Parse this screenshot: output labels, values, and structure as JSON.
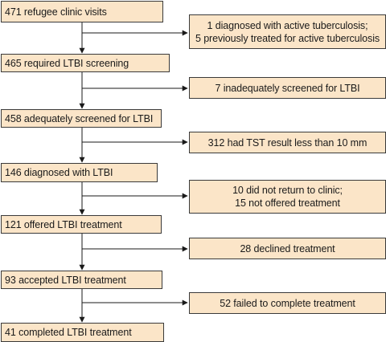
{
  "main_flow": [
    {
      "id": "visits",
      "text": "471 refugee clinic visits"
    },
    {
      "id": "required",
      "text": "465 required LTBI screening"
    },
    {
      "id": "adequate",
      "text": "458 adequately screened for LTBI"
    },
    {
      "id": "diagnosed",
      "text": "146 diagnosed with LTBI"
    },
    {
      "id": "offered",
      "text": "121 offered LTBI treatment"
    },
    {
      "id": "accepted",
      "text": "93 accepted LTBI treatment"
    },
    {
      "id": "completed",
      "text": "41 completed LTBI treatment"
    }
  ],
  "exclusions": [
    {
      "id": "active-tb",
      "lines": [
        "1 diagnosed with active tuberculosis;",
        "5 previously treated for active tuberculosis"
      ]
    },
    {
      "id": "inadequate",
      "lines": [
        "7 inadequately screened for LTBI"
      ]
    },
    {
      "id": "tst",
      "lines": [
        "312 had TST result less than 10 mm"
      ]
    },
    {
      "id": "no-return",
      "lines": [
        "10 did not return to clinic;",
        "15 not offered treatment"
      ]
    },
    {
      "id": "declined",
      "lines": [
        "28 declined treatment"
      ]
    },
    {
      "id": "failed",
      "lines": [
        "52 failed to complete treatment"
      ]
    }
  ],
  "colors": {
    "box_fill": "#fbe5c8",
    "box_border": "#3a3a3a",
    "arrow": "#1a1a1a"
  }
}
